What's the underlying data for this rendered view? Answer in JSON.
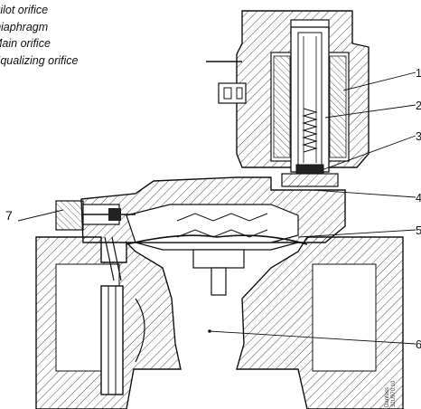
{
  "legend": {
    "items": [
      {
        "label": "Pilot orifice"
      },
      {
        "label": "Diaphragm"
      },
      {
        "label": "Main orifice"
      },
      {
        "label": "Equalizing orifice"
      }
    ]
  },
  "callouts": [
    {
      "number": "1"
    },
    {
      "number": "2"
    },
    {
      "number": "3"
    },
    {
      "number": "4"
    },
    {
      "number": "5"
    },
    {
      "number": "6"
    },
    {
      "number": "7"
    }
  ],
  "credit": {
    "line1": "Danfoss",
    "line2": "32U970.10"
  },
  "colors": {
    "line": "#111111",
    "hatch": "#222222",
    "background": "#ffffff"
  }
}
